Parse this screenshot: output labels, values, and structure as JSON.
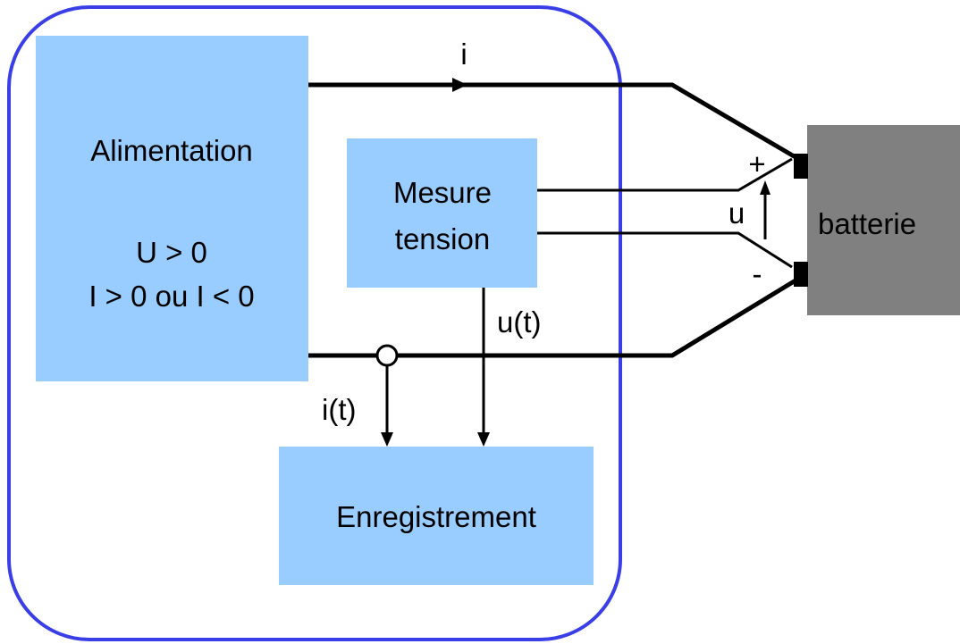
{
  "colors": {
    "enclosure": "#3a3ee6",
    "block_fill": "#99ccff",
    "battery_fill": "#808080",
    "wire": "#000000"
  },
  "blocks": {
    "alimentation": {
      "title": "Alimentation",
      "line1": "U > 0",
      "line2": "I > 0 ou I < 0"
    },
    "mesure": {
      "line1": "Mesure",
      "line2": "tension"
    },
    "enregistrement": {
      "label": "Enregistrement"
    },
    "batterie": {
      "label": "batterie"
    }
  },
  "labels": {
    "current": "i",
    "voltage": "u",
    "plus": "+",
    "minus": "-",
    "u_t": "u(t)",
    "i_t": "i(t)"
  }
}
